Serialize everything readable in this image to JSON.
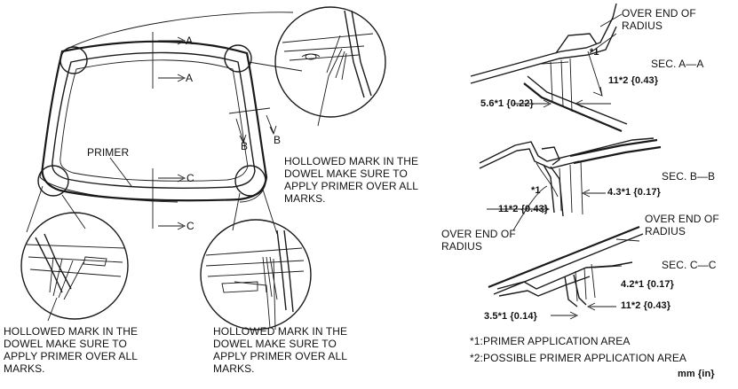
{
  "section_markers": {
    "a_top": "A",
    "a_bottom": "A",
    "b_left": "B",
    "b_right": "B",
    "c_top": "C",
    "c_bottom": "C"
  },
  "labels": {
    "primer": "PRIMER",
    "hollowed_right": "HOLLOWED MARK IN THE\nDOWEL MAKE SURE TO\nAPPLY PRIMER OVER ALL\nMARKS.",
    "hollowed_bottom_left": "HOLLOWED MARK IN THE\nDOWEL MAKE SURE TO\nAPPLY PRIMER OVER ALL\nMARKS.",
    "hollowed_bottom_mid": "HOLLOWED MARK IN THE\nDOWEL MAKE SURE TO\nAPPLY PRIMER OVER ALL\nMARKS.",
    "over_end_a": "OVER END OF\nRADIUS",
    "over_end_b": "OVER END OF\nRADIUS",
    "over_end_c": "OVER END OF\nRADIUS"
  },
  "sections": {
    "a": {
      "title": "SEC. A—A",
      "ref1": "*1",
      "dim_11": "11*2 {0.43}",
      "dim_56": "5.6*1 {0.22}"
    },
    "b": {
      "title": "SEC. B—B",
      "ref1": "*1",
      "dim_43": "4.3*1 {0.17}",
      "dim_11": "11*2 {0.43}"
    },
    "c": {
      "title": "SEC. C—C",
      "dim_42": "4.2*1 {0.17}",
      "dim_11": "11*2 {0.43}",
      "dim_35": "3.5*1 {0.14}"
    }
  },
  "notes": {
    "note1": "*1:PRIMER APPLICATION AREA",
    "note2": "*2:POSSIBLE PRIMER APPLICATION AREA",
    "unit": "mm {in}"
  }
}
